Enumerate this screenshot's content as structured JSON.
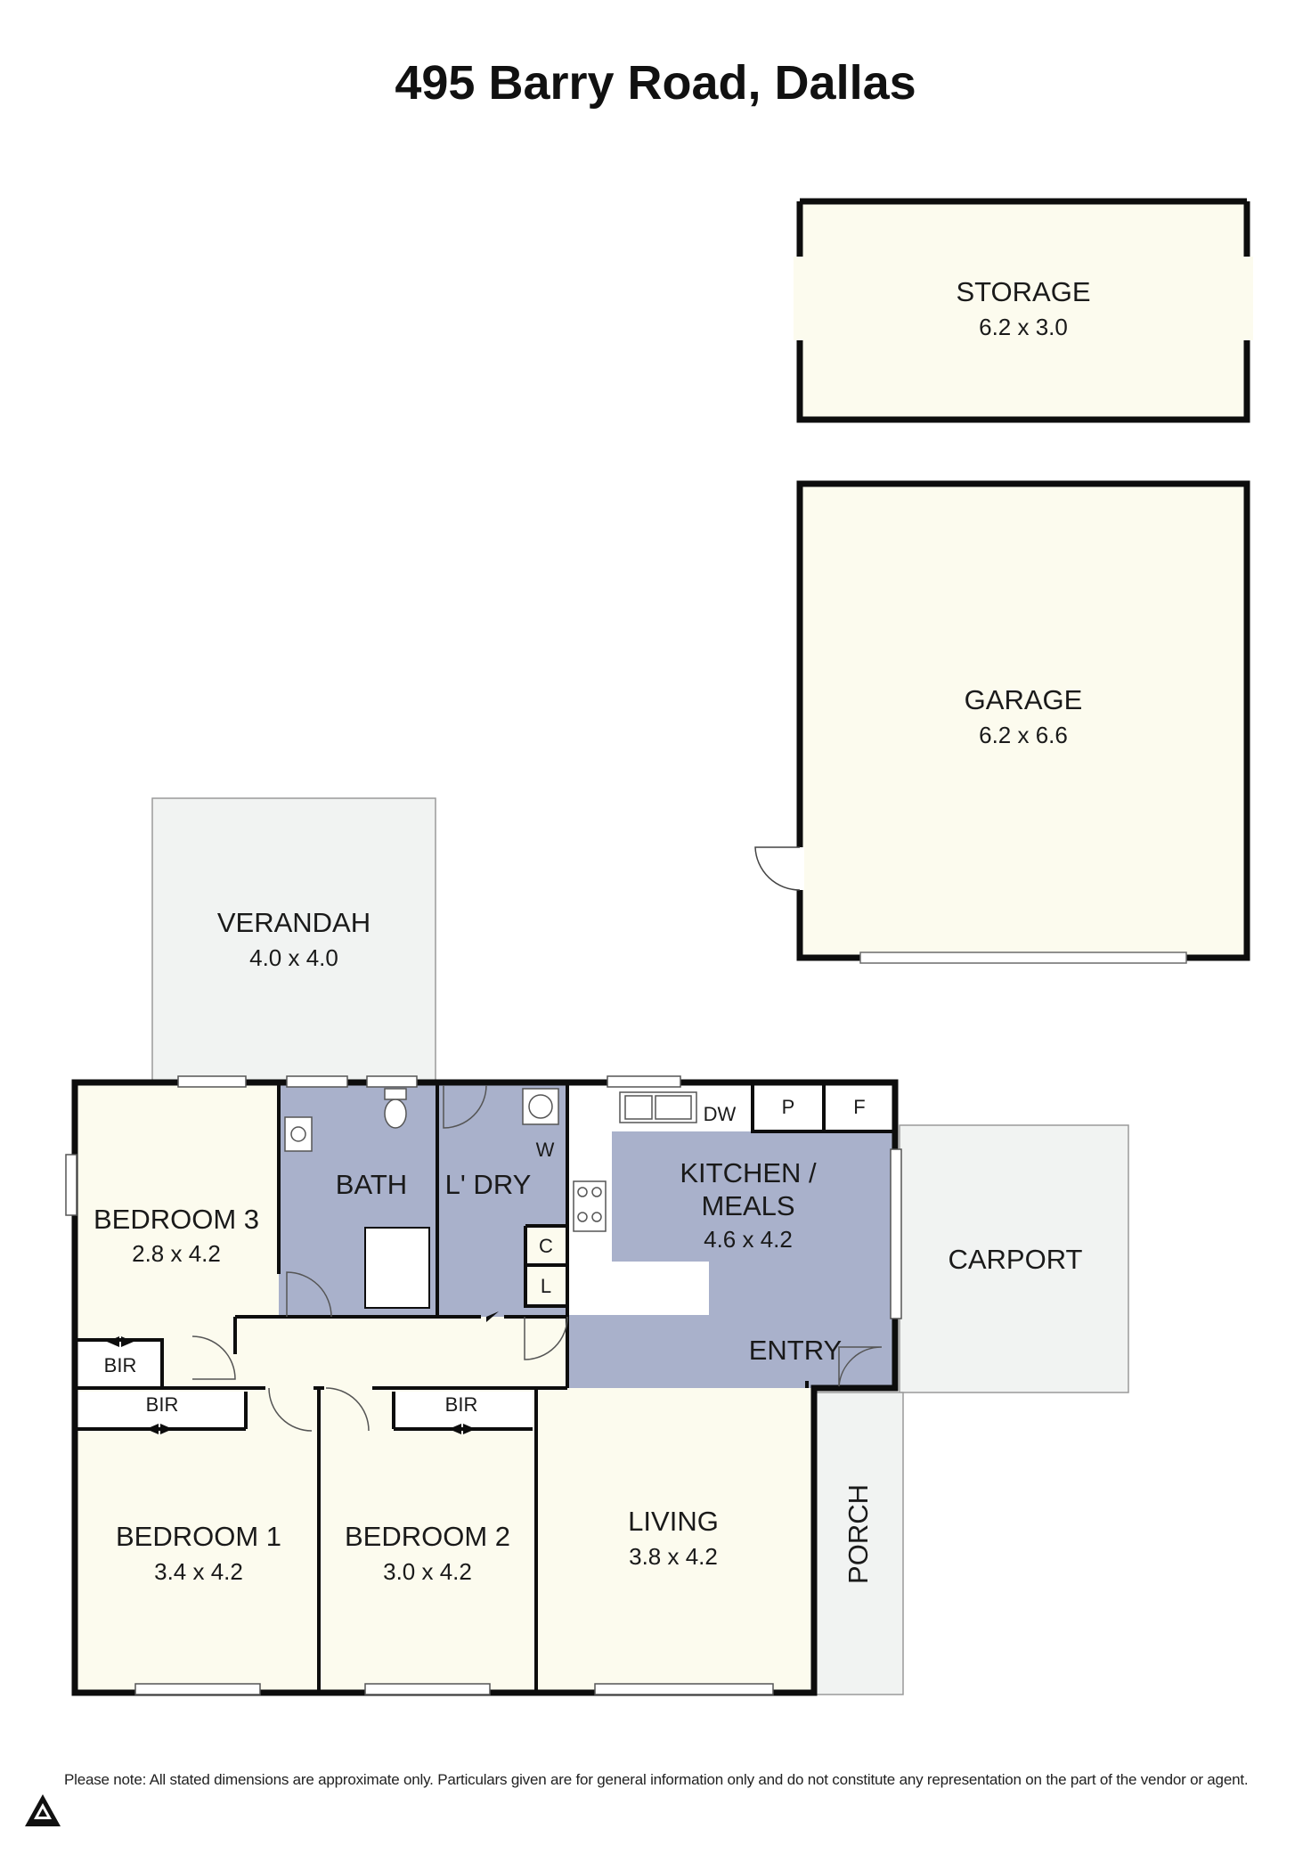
{
  "title": "495 Barry Road, Dallas",
  "rooms": {
    "storage": {
      "name": "STORAGE",
      "dims": "6.2 x 3.0"
    },
    "garage": {
      "name": "GARAGE",
      "dims": "6.2 x 6.6"
    },
    "verandah": {
      "name": "VERANDAH",
      "dims": "4.0 x 4.0"
    },
    "bedroom3": {
      "name": "BEDROOM 3",
      "dims": "2.8 x 4.2"
    },
    "bath": {
      "name": "BATH"
    },
    "laundry": {
      "name": "L' DRY"
    },
    "kitchen": {
      "name_line1": "KITCHEN /",
      "name_line2": "MEALS",
      "dims": "4.6 x 4.2"
    },
    "carport": {
      "name": "CARPORT"
    },
    "entry": {
      "name": "ENTRY"
    },
    "bedroom1": {
      "name": "BEDROOM 1",
      "dims": "3.4 x 4.2"
    },
    "bedroom2": {
      "name": "BEDROOM 2",
      "dims": "3.0 x 4.2"
    },
    "living": {
      "name": "LIVING",
      "dims": "3.8 x 4.2"
    },
    "porch": {
      "name": "PORCH"
    }
  },
  "fixtures": {
    "bir_bed3": "BIR",
    "bir_bed1": "BIR",
    "bir_bed2": "BIR",
    "dishwasher": "DW",
    "pantry": "P",
    "fridge": "F",
    "washer": "W",
    "cupboard_c": "C",
    "linen_l": "L"
  },
  "colors": {
    "wet_area": "#a9b1cb",
    "room_fill": "#fcfbee",
    "outdoor_fill": "#f1f3f2",
    "wall": "#0d0d0d"
  },
  "disclaimer": "Please note: All stated dimensions are approximate only. Particulars given are for general information only and do not constitute any representation on the part of the vendor or agent."
}
